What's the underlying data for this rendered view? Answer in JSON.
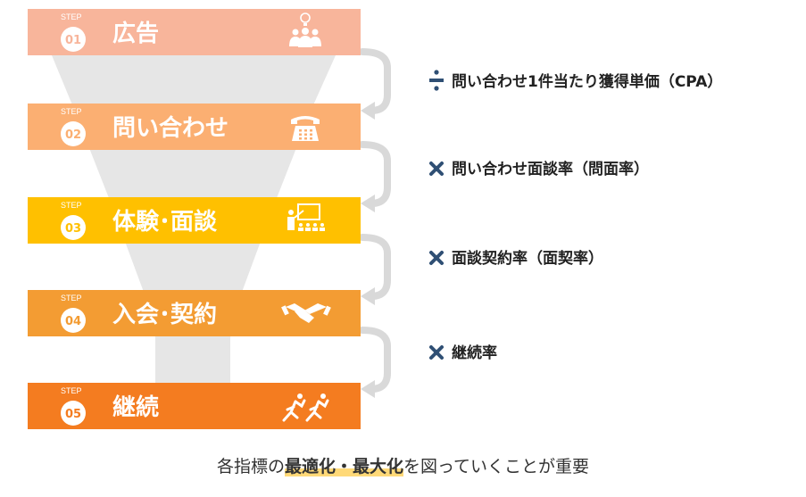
{
  "colors": {
    "step1": "#f8b59b",
    "step2": "#fbaf72",
    "step3": "#ffc000",
    "step4": "#f39c33",
    "step5": "#f47c20",
    "funnel": "#e6e6e6",
    "connector": "#d9d9d9",
    "metric_icon": "#2f4f74",
    "metric_text": "#222222"
  },
  "steps": [
    {
      "step_label": "STEP",
      "number": "01",
      "title": "広告",
      "icon": "people-idea-icon"
    },
    {
      "step_label": "STEP",
      "number": "02",
      "title": "問い合わせ",
      "icon": "telephone-icon"
    },
    {
      "step_label": "STEP",
      "number": "03",
      "title": "体験･面談",
      "icon": "presentation-icon"
    },
    {
      "step_label": "STEP",
      "number": "04",
      "title": "入会･契約",
      "icon": "handshake-icon"
    },
    {
      "step_label": "STEP",
      "number": "05",
      "title": "継続",
      "icon": "runners-icon"
    }
  ],
  "metrics": [
    {
      "operator": "÷",
      "operator_icon": "divide-icon",
      "label": "問い合わせ1件当たり獲得単価（CPA）"
    },
    {
      "operator": "×",
      "operator_icon": "multiply-icon",
      "label": "問い合わせ面談率（問面率）"
    },
    {
      "operator": "×",
      "operator_icon": "multiply-icon",
      "label": "面談契約率（面契率）"
    },
    {
      "operator": "×",
      "operator_icon": "multiply-icon",
      "label": "継続率"
    }
  ],
  "caption": {
    "prefix": "各指標の",
    "highlight": "最適化・最大化",
    "suffix": "を図っていくことが重要"
  }
}
